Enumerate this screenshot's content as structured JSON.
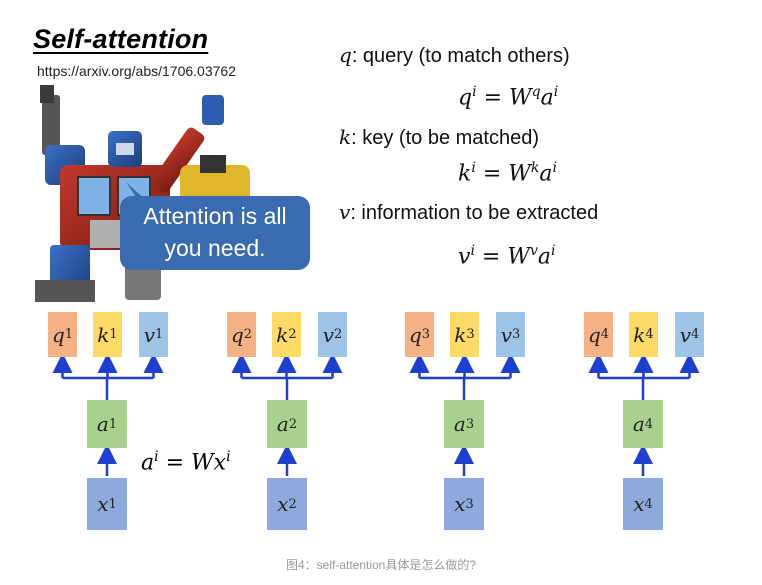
{
  "title": "Self-attention",
  "url": "https://arxiv.org/abs/1706.03762",
  "definitions": [
    {
      "symbol": "q",
      "text": ": query (to match others)",
      "eq_lhs": "q",
      "eq_rhs": "W",
      "eq_w_sup": "q",
      "eq_a": "a"
    },
    {
      "symbol": "k",
      "text": ": key (to be matched)",
      "eq_lhs": "k",
      "eq_rhs": "W",
      "eq_w_sup": "k",
      "eq_a": "a"
    },
    {
      "symbol": "v",
      "text": ": information to be extracted",
      "eq_lhs": "v",
      "eq_rhs": "W",
      "eq_w_sup": "v",
      "eq_a": "a"
    }
  ],
  "sup_i": "i",
  "bubble": {
    "line1": "Attention is all",
    "line2": "you need."
  },
  "ai_equation": {
    "a": "a",
    "sup": "i",
    "eq": " = ",
    "W": "W",
    "x": "x",
    "xsup": "i"
  },
  "columns": [
    {
      "q": "q",
      "k": "k",
      "v": "v",
      "a": "a",
      "x": "x",
      "n": "1"
    },
    {
      "q": "q",
      "k": "k",
      "v": "v",
      "a": "a",
      "x": "x",
      "n": "2"
    },
    {
      "q": "q",
      "k": "k",
      "v": "v",
      "a": "a",
      "x": "x",
      "n": "3"
    },
    {
      "q": "q",
      "k": "k",
      "v": "v",
      "a": "a",
      "x": "x",
      "n": "4"
    }
  ],
  "caption": "图4：self-attention具体是怎么做的?",
  "colors": {
    "q": "#f4b183",
    "k": "#ffd966",
    "v": "#9dc3e6",
    "a": "#a9d18e",
    "x": "#8fa9dc",
    "arrow": "#1f3fd0",
    "bubble": "#3a6ab0"
  }
}
